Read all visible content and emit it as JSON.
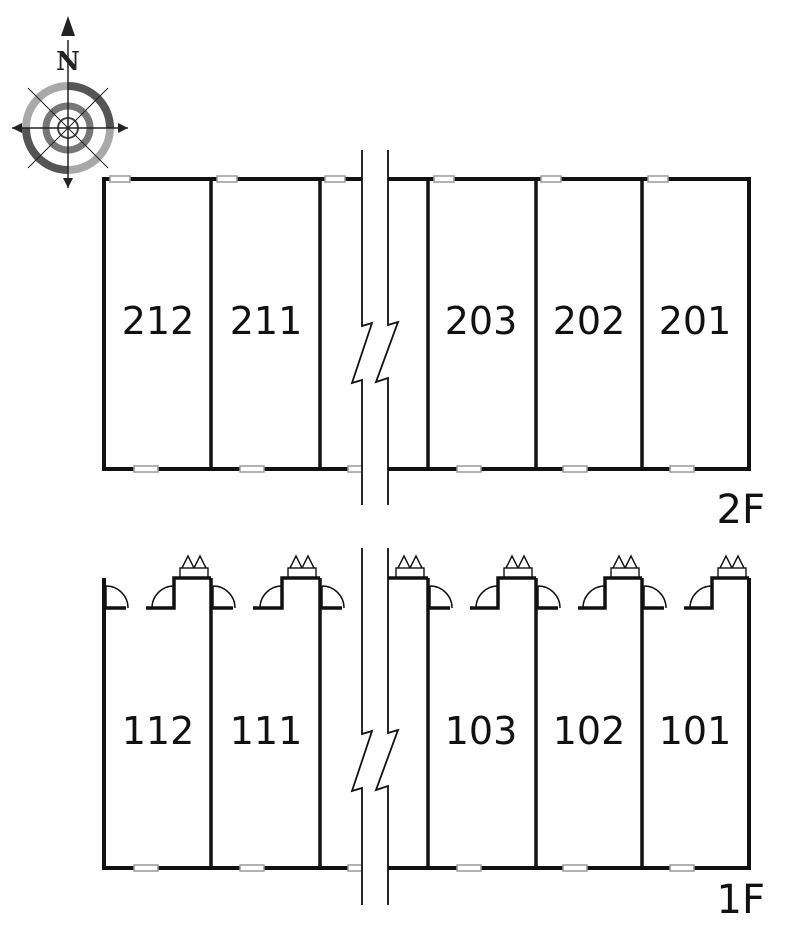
{
  "compass": {
    "north_label": "N"
  },
  "floors": [
    {
      "label": "2F",
      "rooms_left": [
        "212",
        "211"
      ],
      "rooms_right": [
        "203",
        "202",
        "201"
      ]
    },
    {
      "label": "1F",
      "rooms_left": [
        "112",
        "111"
      ],
      "rooms_right": [
        "103",
        "102",
        "101"
      ]
    }
  ],
  "colors": {
    "wall": "#111111",
    "window": "#999999",
    "compass_gray": "#9a9a9a",
    "compass_dark": "#555555"
  }
}
